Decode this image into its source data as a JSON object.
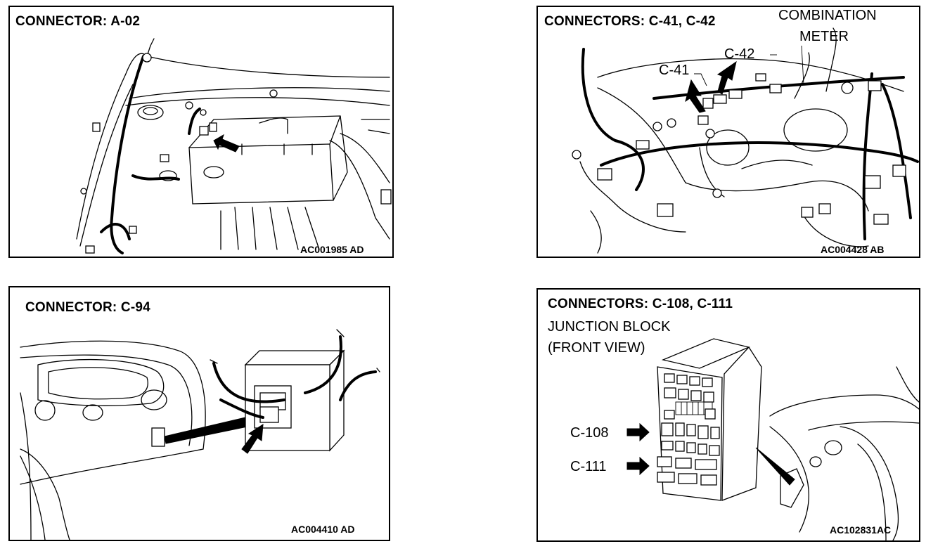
{
  "panels": [
    {
      "title": "CONNECTOR: A-02",
      "code": "AC001985 AD"
    },
    {
      "title": "CONNECTORS: C-41, C-42",
      "callouts": [
        "COMBINATION",
        "METER",
        "C-42",
        "C-41"
      ],
      "code": "AC004428 AB"
    },
    {
      "title": "CONNECTOR: C-94",
      "code": "AC004410 AD"
    },
    {
      "title": "CONNECTORS: C-108, C-111",
      "callouts": [
        "JUNCTION BLOCK",
        "(FRONT VIEW)",
        "C-108",
        "C-111"
      ],
      "code": "AC102831AC"
    }
  ]
}
